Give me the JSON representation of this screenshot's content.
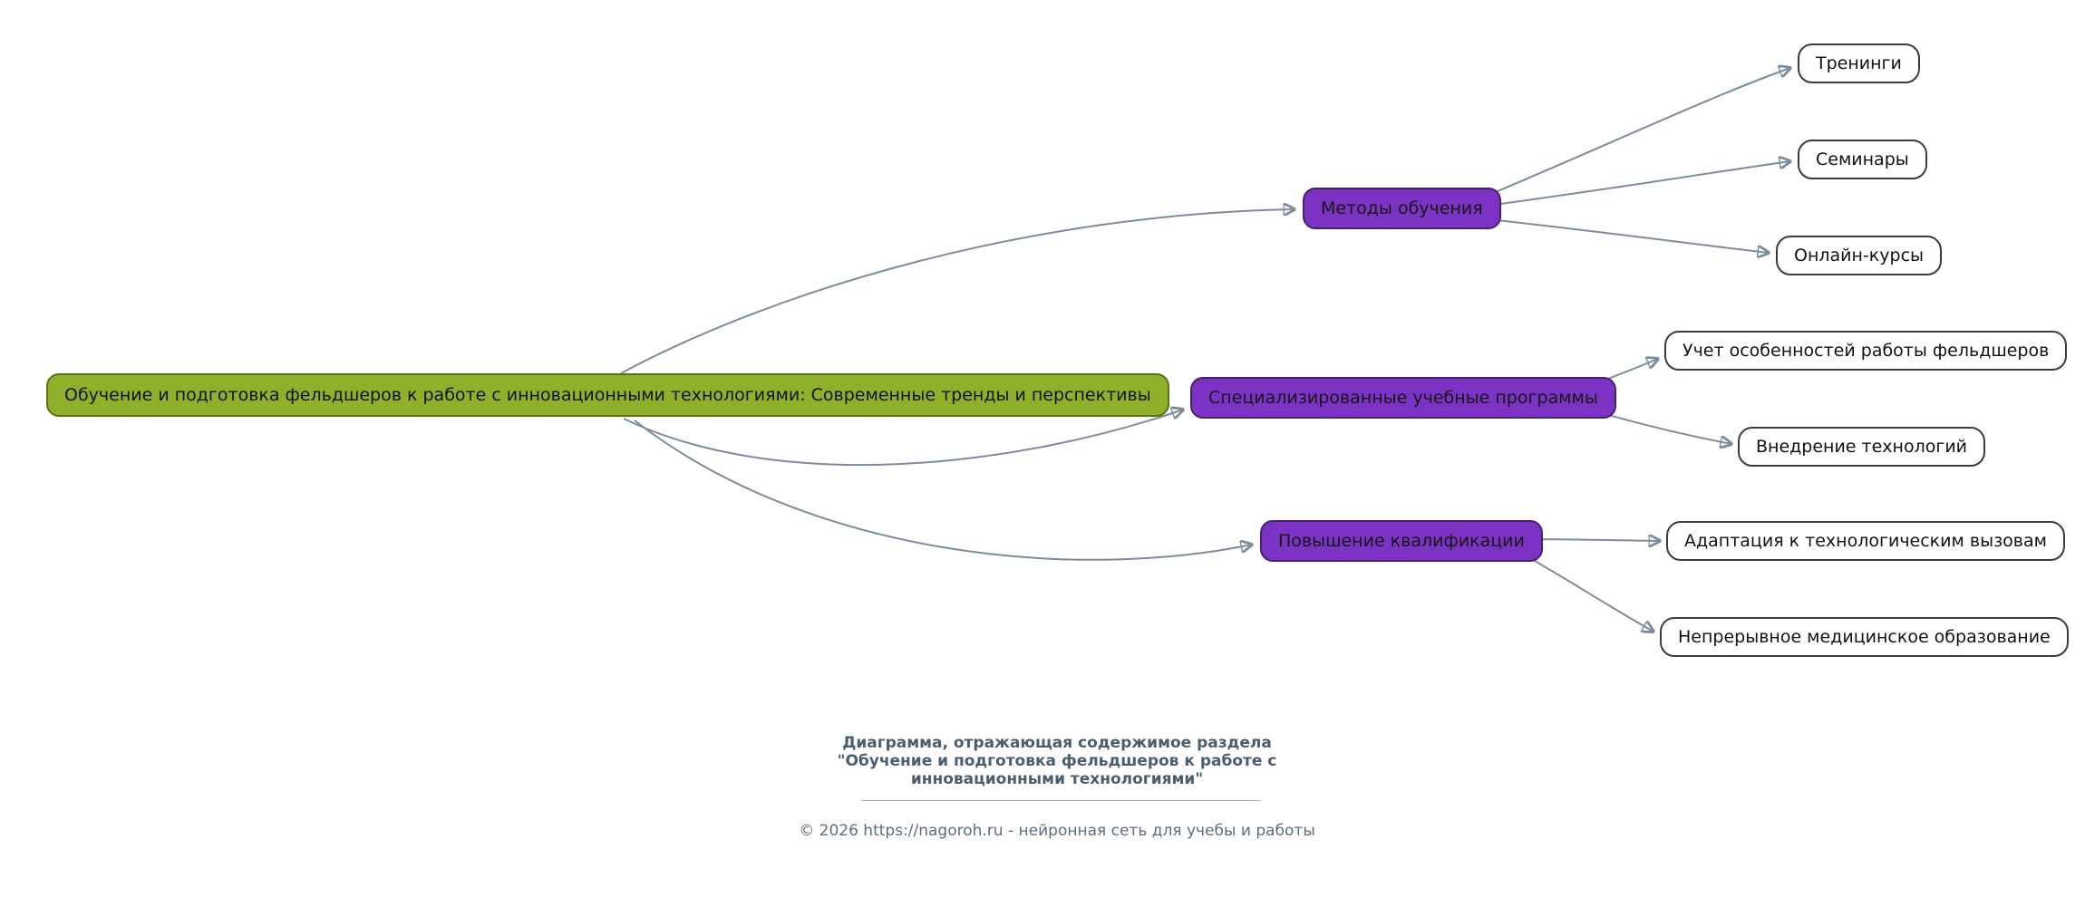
{
  "diagram": {
    "root": {
      "label": "Обучение и подготовка фельдшеров к работе с инновационными технологиями: Современные тренды и перспективы",
      "fill": "#8FB02A",
      "border": "#5A7316"
    },
    "branches": [
      {
        "label": "Методы обучения",
        "fill": "#7C33C4",
        "border": "#45206E",
        "children": [
          {
            "label": "Тренинги"
          },
          {
            "label": "Семинары"
          },
          {
            "label": "Онлайн-курсы"
          }
        ]
      },
      {
        "label": "Специализированные учебные программы",
        "fill": "#7C33C4",
        "border": "#45206E",
        "children": [
          {
            "label": "Учет особенностей работы фельдшеров"
          },
          {
            "label": "Внедрение технологий"
          }
        ]
      },
      {
        "label": "Повышение квалификации",
        "fill": "#7C33C4",
        "border": "#45206E",
        "children": [
          {
            "label": "Адаптация к технологическим вызовам"
          },
          {
            "label": "Непрерывное медицинское образование"
          }
        ]
      }
    ],
    "leaf_style": {
      "fill": "#FFFFFF",
      "border": "#3C3C3C"
    },
    "edge_color": "#7D8C9B",
    "background_color": "#FFFFFF"
  },
  "footer": {
    "caption_line1": "Диаграмма, отражающая содержимое раздела",
    "caption_line2": "\"Обучение и подготовка фельдшеров к работе с",
    "caption_line3": "инновационными технологиями\"",
    "copyright": "© 2026 https://nagoroh.ru - нейронная сеть для учебы и работы",
    "caption_color": "#4C5D6E",
    "copyright_color": "#5E6E7C"
  }
}
